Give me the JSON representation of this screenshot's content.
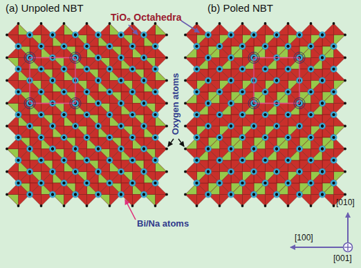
{
  "diagram": {
    "labels": [
      "(a)  Unpoled NBT",
      "(b) Poled NBT",
      "TiO₆ Octahedra",
      "Oxygen atoms",
      "Bi/Na atoms",
      "[010]",
      "[100]",
      "[001]"
    ]
  }
}
